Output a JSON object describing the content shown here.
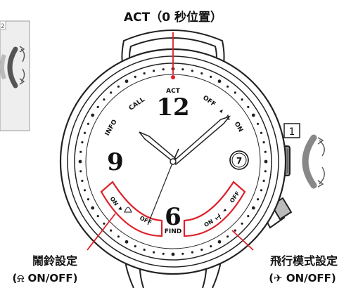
{
  "title": "ACT（0 秒位置）",
  "dial": {
    "hour_12": "12",
    "hour_9": "9",
    "hour_6": "6",
    "subdial_value": "7",
    "label_act": "ACT",
    "label_call": "CALL",
    "label_off": "OFF",
    "label_on": "ON",
    "label_info": "INFO",
    "label_find": "FIND",
    "alarm_on": "ON",
    "alarm_off": "OFF",
    "flight_on": "ON",
    "flight_off": "OFF"
  },
  "button_label": "1",
  "left_inset_label": "2",
  "callouts": {
    "alarm_title": "鬧鈴設定",
    "alarm_sub": "(⍾ ON/OFF)",
    "flight_title": "飛行模式設定",
    "flight_sub": "(✈ ON/OFF)"
  },
  "colors": {
    "accent_red": "#e0202a",
    "line": "#222222",
    "inset_bg": "#eeeeee"
  }
}
